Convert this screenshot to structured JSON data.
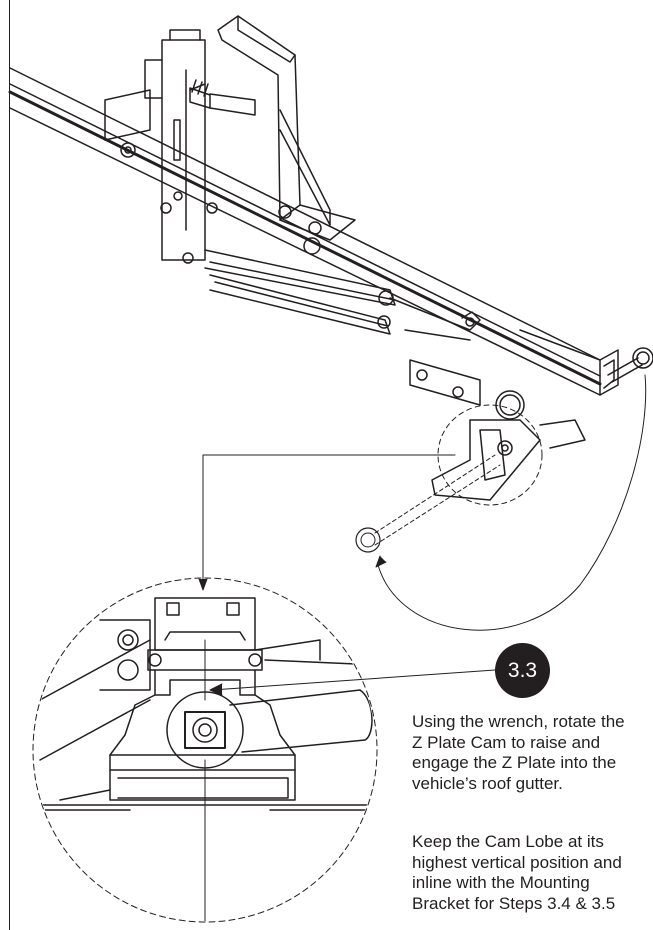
{
  "step": {
    "number": "3.3"
  },
  "instructions": {
    "paragraph_1": "Using the wrench, rotate the\nZ Plate Cam to raise and\nengage the Z Plate into the\nvehicle’s roof gutter.",
    "paragraph_2": "Keep the Cam Lobe at its\nhighest vertical position and\ninline with the Mounting\nBracket for Steps 3.4 & 3.5"
  },
  "illustration": {
    "main": "roof-rack-assembly-drawing",
    "detail": "z-plate-cam-detail-view",
    "tool": "wrench"
  },
  "colors": {
    "ink": "#231f20",
    "badge": "#231f20",
    "background": "#ffffff"
  }
}
